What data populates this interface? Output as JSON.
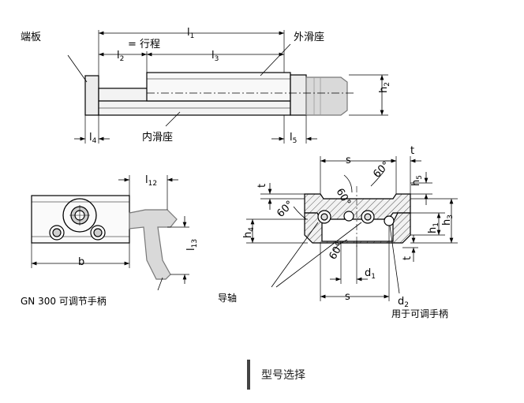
{
  "labels": {
    "end_plate": "端板",
    "l1": "l",
    "l1_sub": "1",
    "l2": "l",
    "l2_sub": "2",
    "l2_eq": "= 行程",
    "l3": "l",
    "l3_sub": "3",
    "outer_slide": "外滑座",
    "h2": "h",
    "h2_sub": "2",
    "l4": "l",
    "l4_sub": "4",
    "inner_slide": "内滑座",
    "l5": "l",
    "l5_sub": "5",
    "l12": "l",
    "l12_sub": "12",
    "l13": "l",
    "l13_sub": "13",
    "b": "b",
    "handle_caption": "GN 300 可调节手柄",
    "guide_shaft": "导轴",
    "s_top": "s",
    "t_top": "t",
    "t_left": "t",
    "h5": "h",
    "h5_sub": "5",
    "angle_a": "60°",
    "angle_b": "60°",
    "angle_c": "60°",
    "angle_d": "60°",
    "h4": "h",
    "h4_sub": "4",
    "h1": "h",
    "h1_sub": "1",
    "h3": "h",
    "h3_sub": "3",
    "t_right": "t",
    "d1": "d",
    "d1_sub": "1",
    "s_bottom": "s",
    "d2": "d",
    "d2_sub": "2",
    "d2_caption": "用于可调手柄"
  },
  "footer": {
    "label": "型号选择"
  }
}
